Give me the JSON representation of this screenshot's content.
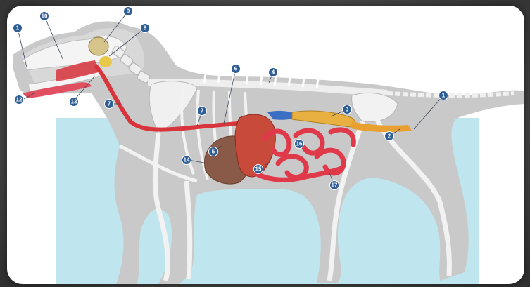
{
  "labels": [
    {
      "id": "label-1a",
      "text": "1"
    },
    {
      "id": "label-1b",
      "text": "1"
    },
    {
      "id": "label-2",
      "text": "2"
    },
    {
      "id": "label-3",
      "text": "3"
    },
    {
      "id": "label-4",
      "text": "4"
    },
    {
      "id": "label-5",
      "text": "5"
    },
    {
      "id": "label-6",
      "text": "6"
    },
    {
      "id": "label-7a",
      "text": "7"
    },
    {
      "id": "label-7b",
      "text": "7"
    },
    {
      "id": "label-8",
      "text": "8"
    },
    {
      "id": "label-9",
      "text": "9"
    },
    {
      "id": "label-10",
      "text": "10"
    },
    {
      "id": "label-12",
      "text": "12"
    },
    {
      "id": "label-13",
      "text": "13"
    },
    {
      "id": "label-14",
      "text": "14"
    },
    {
      "id": "label-15",
      "text": "15"
    },
    {
      "id": "label-16",
      "text": "16"
    },
    {
      "id": "label-17",
      "text": "17"
    }
  ],
  "colors": {
    "callout": "#2e5e95",
    "sky": "#bfe6ee",
    "body": "#c9c9c9",
    "bone": "#f4f4f4",
    "esophagus": "#d8343c",
    "liver": "#8a5a48",
    "stomach": "#c84a3a",
    "intestine": "#e03a4a",
    "pancreas": "#3a6fc4",
    "colon": "#e8b040"
  }
}
